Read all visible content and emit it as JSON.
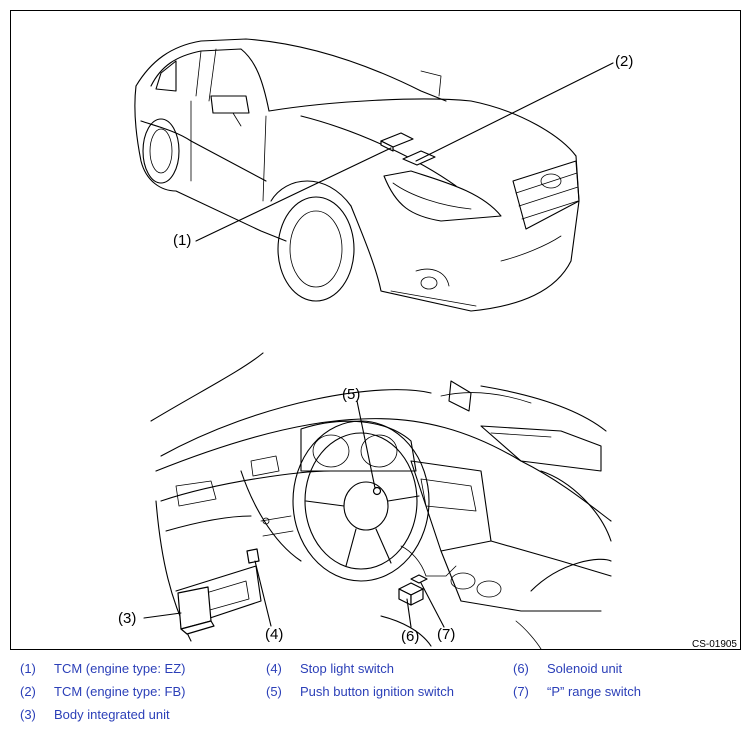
{
  "figure": {
    "code": "CS-01905",
    "callouts": [
      "(1)",
      "(2)",
      "(3)",
      "(4)",
      "(5)",
      "(6)",
      "(7)"
    ]
  },
  "legend": {
    "items": [
      {
        "num": "(1)",
        "label": "TCM (engine type: EZ)"
      },
      {
        "num": "(2)",
        "label": "TCM (engine type: FB)"
      },
      {
        "num": "(3)",
        "label": "Body integrated unit"
      },
      {
        "num": "(4)",
        "label": "Stop light switch"
      },
      {
        "num": "(5)",
        "label": "Push button ignition switch"
      },
      {
        "num": "(6)",
        "label": "Solenoid unit"
      },
      {
        "num": "(7)",
        "label": "“P” range switch"
      }
    ]
  },
  "colors": {
    "legend_text": "#2b3fb8",
    "line": "#000000"
  }
}
